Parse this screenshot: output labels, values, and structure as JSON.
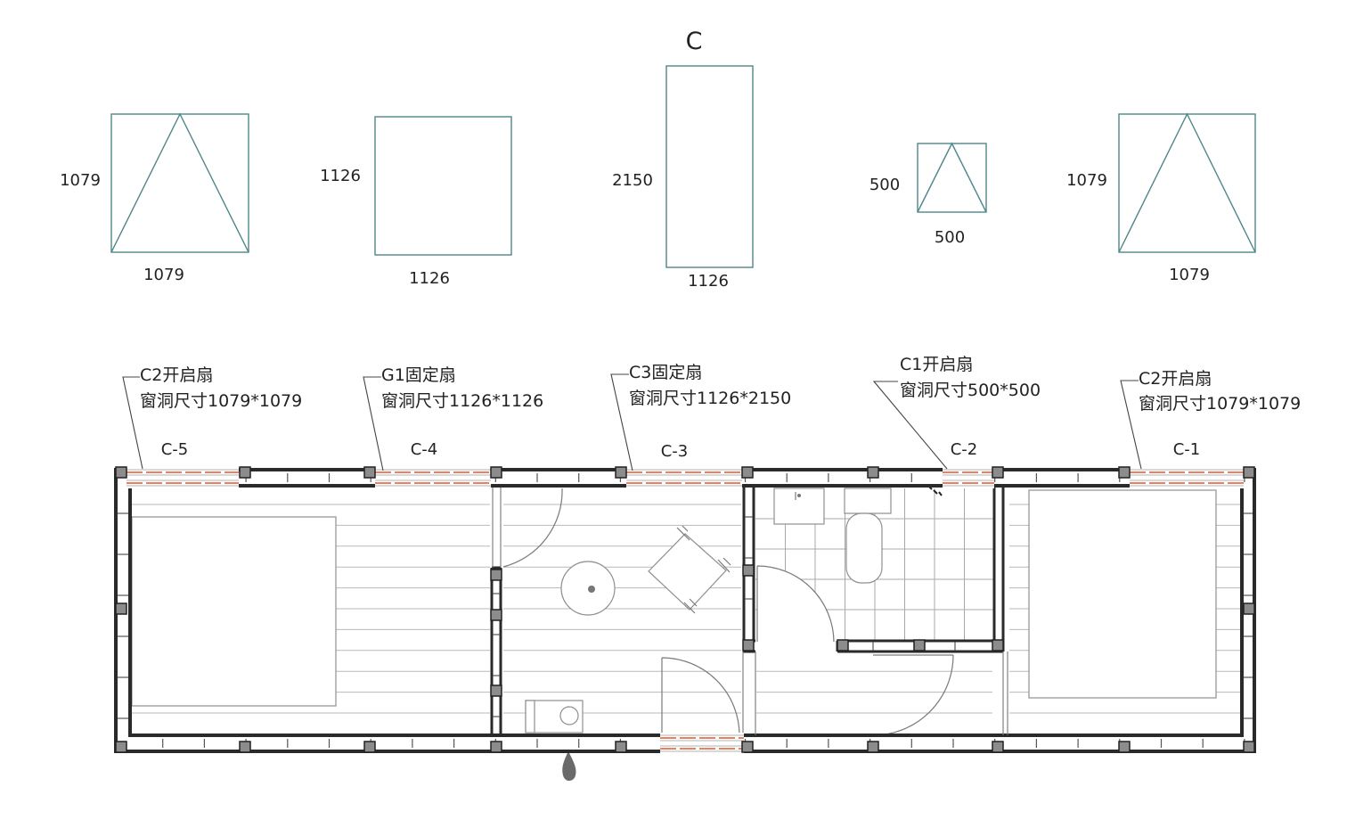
{
  "title": "C",
  "colors": {
    "elevation_line": "#4e8789",
    "wall": "#2a2a2a",
    "post_fill": "#8c8c8c",
    "window_red": "#e4572e",
    "furniture_line": "#8f8f8f",
    "plank_line": "#b9b9b9"
  },
  "elevations": [
    {
      "height_label": "1079",
      "width_label": "1079",
      "opening": true
    },
    {
      "height_label": "1126",
      "width_label": "1126",
      "opening": false
    },
    {
      "height_label": "2150",
      "width_label": "1126",
      "opening": false
    },
    {
      "height_label": "500",
      "width_label": "500",
      "opening": true
    },
    {
      "height_label": "1079",
      "width_label": "1079",
      "opening": true
    }
  ],
  "plan_windows": [
    {
      "tag": "C-5",
      "type_label": "C2开启扇",
      "size_label": "窗洞尺寸1079*1079"
    },
    {
      "tag": "C-4",
      "type_label": "G1固定扇",
      "size_label": "窗洞尺寸1126*1126"
    },
    {
      "tag": "C-3",
      "type_label": "C3固定扇",
      "size_label": "窗洞尺寸1126*2150"
    },
    {
      "tag": "C-2",
      "type_label": "C1开启扇",
      "size_label": "窗洞尺寸500*500"
    },
    {
      "tag": "C-1",
      "type_label": "C2开启扇",
      "size_label": "窗洞尺寸1079*1079"
    }
  ]
}
